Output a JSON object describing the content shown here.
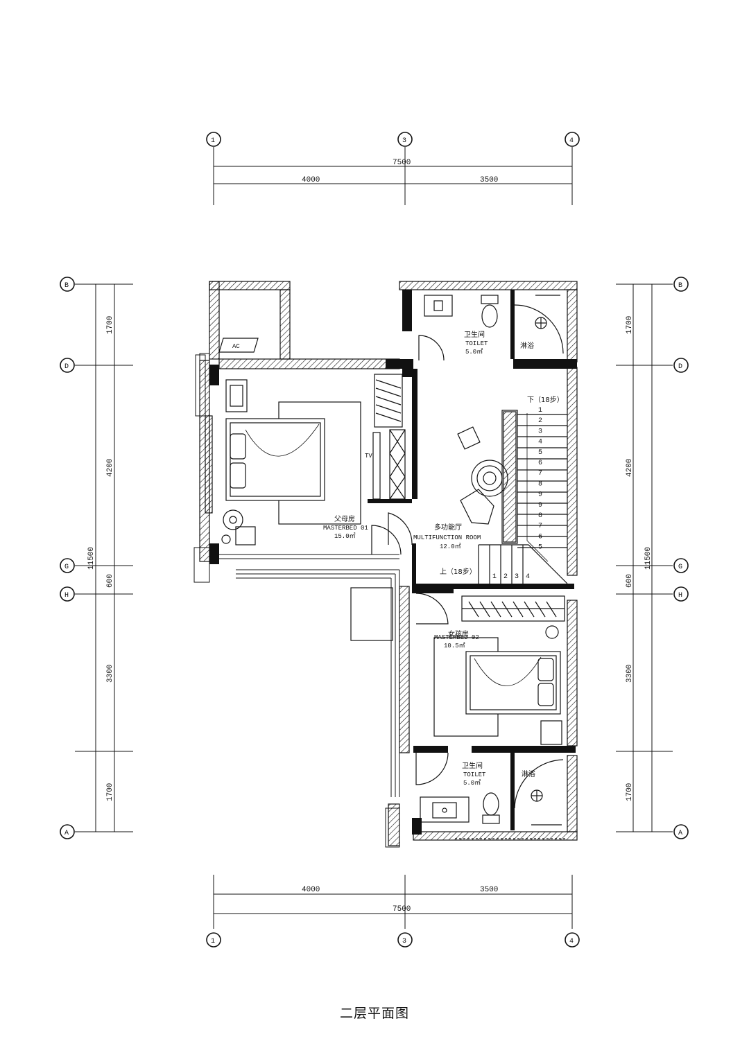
{
  "title": "二层平面图",
  "grid_axes": {
    "top": [
      "1",
      "3",
      "4"
    ],
    "bottom": [
      "1",
      "3",
      "4"
    ],
    "left": [
      "B",
      "D",
      "G",
      "H",
      "A"
    ],
    "right": [
      "B",
      "D",
      "G",
      "H",
      "A"
    ]
  },
  "dimensions": {
    "top_total": "7500",
    "top_segments": [
      "4000",
      "3500"
    ],
    "bottom_segments": [
      "4000",
      "3500"
    ],
    "bottom_total": "7500",
    "left_segments": [
      "1700",
      "4200",
      "600",
      "3300",
      "1700"
    ],
    "left_total": "11500",
    "right_segments": [
      "1700",
      "4200",
      "600",
      "3300",
      "1700"
    ],
    "right_total": "11500"
  },
  "rooms": {
    "toilet_top": {
      "cn": "卫生间",
      "en": "TOILET",
      "area": "5.0㎡"
    },
    "shower_top": {
      "cn": "淋浴"
    },
    "master_01": {
      "cn": "父母房",
      "en": "MASTERBED 01",
      "area": "15.0㎡"
    },
    "multifunction": {
      "cn": "多功能厅",
      "en": "MULTIFUNCTION ROOM",
      "area": "12.0㎡"
    },
    "master_02": {
      "cn": "女孩房",
      "en": "MASTERBED 02",
      "area": "10.5㎡"
    },
    "toilet_bottom": {
      "cn": "卫生间",
      "en": "TOILET",
      "area": "5.0㎡"
    },
    "shower_bottom": {
      "cn": "淋浴"
    }
  },
  "labels": {
    "ac": "AC",
    "tv": "TV",
    "stair_down": "下（18步）",
    "stair_up": "上（18步）"
  },
  "stair_steps_right": [
    "1",
    "2",
    "3",
    "4",
    "5",
    "6",
    "7",
    "8",
    "9",
    "9",
    "8",
    "7",
    "6",
    "5"
  ],
  "stair_steps_bottom": [
    "1",
    "2",
    "3",
    "4"
  ]
}
